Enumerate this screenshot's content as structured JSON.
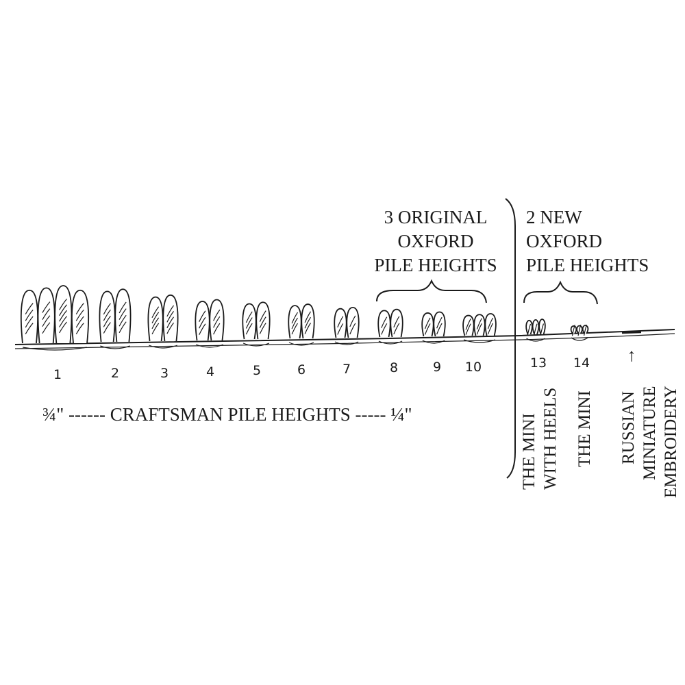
{
  "groups": {
    "original": [
      "3 ORIGINAL",
      "OXFORD",
      "PILE HEIGHTS"
    ],
    "new": [
      "2 NEW",
      "OXFORD",
      "PILE HEIGHTS"
    ]
  },
  "numbers": [
    "1",
    "2",
    "3",
    "4",
    "5",
    "6",
    "7",
    "8",
    "9",
    "10",
    "13",
    "14"
  ],
  "scale_caption": "¾\" ------ CRAFTSMAN PILE HEIGHTS ----- ¼\"",
  "vertical_labels": {
    "mini_heels": [
      "THE MINI",
      "WITH HEELS"
    ],
    "mini": [
      "THE MINI"
    ],
    "russian": [
      "RUSSIAN",
      "MINIATURE",
      "EMBROIDERY"
    ]
  },
  "pointer_arrow": "↑",
  "colors": {
    "ink": "#1a1a1a",
    "background": "#ffffff"
  }
}
